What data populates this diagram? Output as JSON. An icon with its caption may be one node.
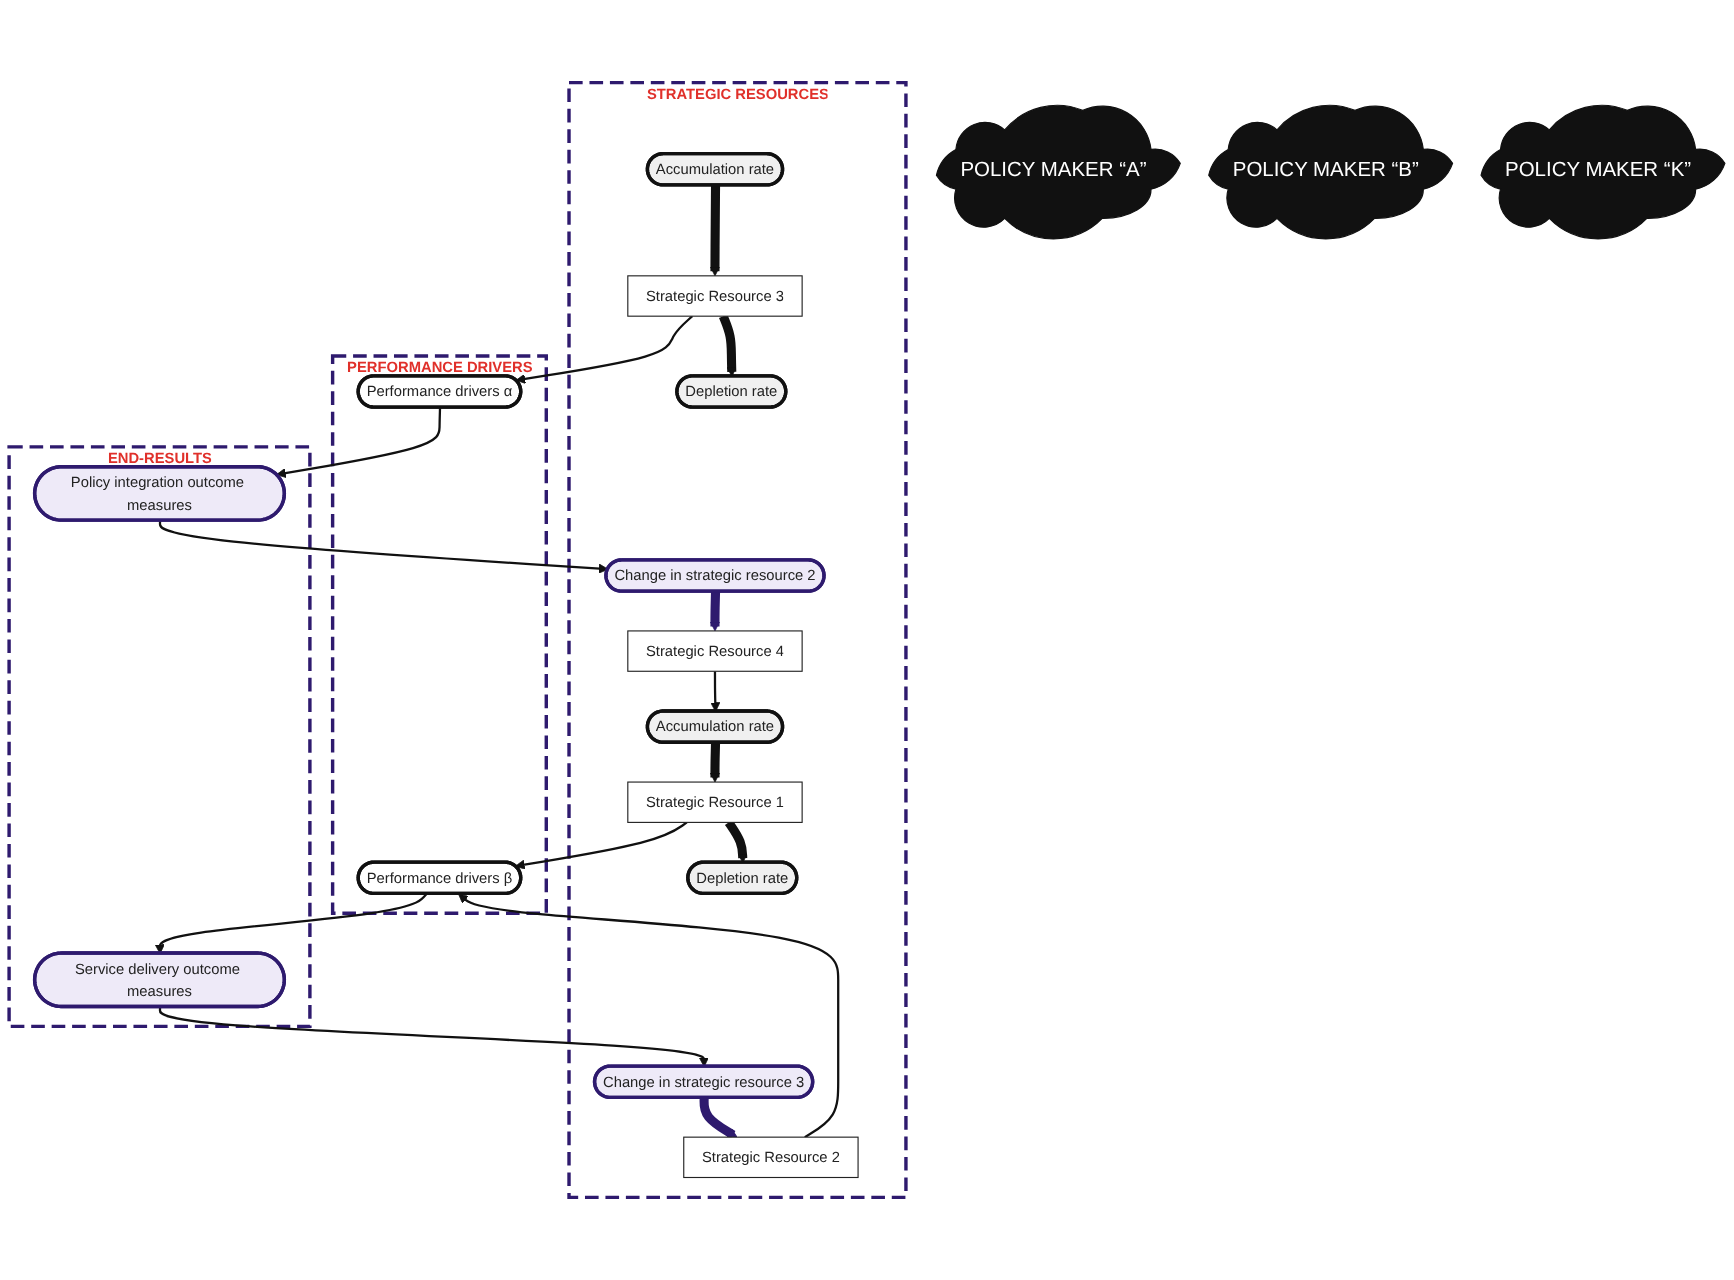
{
  "diagram": {
    "nodes": [
      {
        "text": [
          "POLICY MAKER “A”"
        ]
      },
      {
        "text": [
          "POLICY MAKER “B”"
        ]
      },
      {
        "text": [
          "POLICY MAKER “K”"
        ]
      },
      {
        "text": [
          "STRATEGIC RESOURCES"
        ]
      },
      {
        "text": [
          "PERFORMANCE DRIVERS"
        ]
      },
      {
        "text": [
          "END-RESULTS"
        ]
      },
      {
        "text": [
          "Strategic Resource 1"
        ],
        "in": 3
      },
      {
        "text": [
          "Depletion rate"
        ],
        "in": 3
      },
      {
        "text": [
          "Accumulation rate"
        ],
        "in": 3
      },
      {
        "text": [
          "Strategic Resource 4"
        ],
        "in": 3
      },
      {
        "text": [
          "Change in strategic resource 2"
        ],
        "in": 3
      },
      {
        "text": [
          "Strategic Resource 2"
        ],
        "in": 3
      },
      {
        "text": [
          "Change in strategic resource 3"
        ],
        "in": 3
      },
      {
        "text": [
          "Strategic Resource 3"
        ],
        "in": 3
      },
      {
        "text": [
          "Depletion rate"
        ],
        "in": 3
      },
      {
        "text": [
          "Accumulation rate"
        ],
        "in": 3
      },
      {
        "text": [
          "Performance drivers β"
        ],
        "in": 4
      },
      {
        "text": [
          "Performance drivers α"
        ],
        "in": 4
      },
      {
        "text": [
          "Service delivery outcome measures"
        ],
        "in": 5
      },
      {
        "text": [
          "Policy integration outcome measures"
        ],
        "in": 5
      }
    ],
    "edges": [
      {
        "from": 6,
        "to": 7,
        "arrow": "to",
        "style": "thick"
      },
      {
        "from": 8,
        "to": 6,
        "arrow": "to",
        "style": "thick"
      },
      {
        "from": 9,
        "to": 8,
        "arrow": "to"
      },
      {
        "from": 10,
        "to": 9,
        "arrow": "to",
        "style": "thick",
        "color": "#2e1a6e"
      },
      {
        "from": 12,
        "to": 11,
        "arrow": "to",
        "style": "thick",
        "color": "#2e1a6e"
      },
      {
        "from": 13,
        "to": 14,
        "arrow": "to",
        "style": "thick"
      },
      {
        "from": 15,
        "to": 13,
        "arrow": "to",
        "style": "thick"
      },
      {
        "from": 6,
        "to": 16,
        "arrow": "to"
      },
      {
        "from": 11,
        "to": 16,
        "arrow": "to"
      },
      {
        "from": 13,
        "to": 17,
        "arrow": "to"
      },
      {
        "from": 16,
        "to": 18,
        "arrow": "to"
      },
      {
        "from": 17,
        "to": 19,
        "arrow": "to"
      },
      {
        "from": 18,
        "to": 12,
        "arrow": "to"
      },
      {
        "from": 19,
        "to": 10,
        "arrow": "to"
      }
    ]
  }
}
